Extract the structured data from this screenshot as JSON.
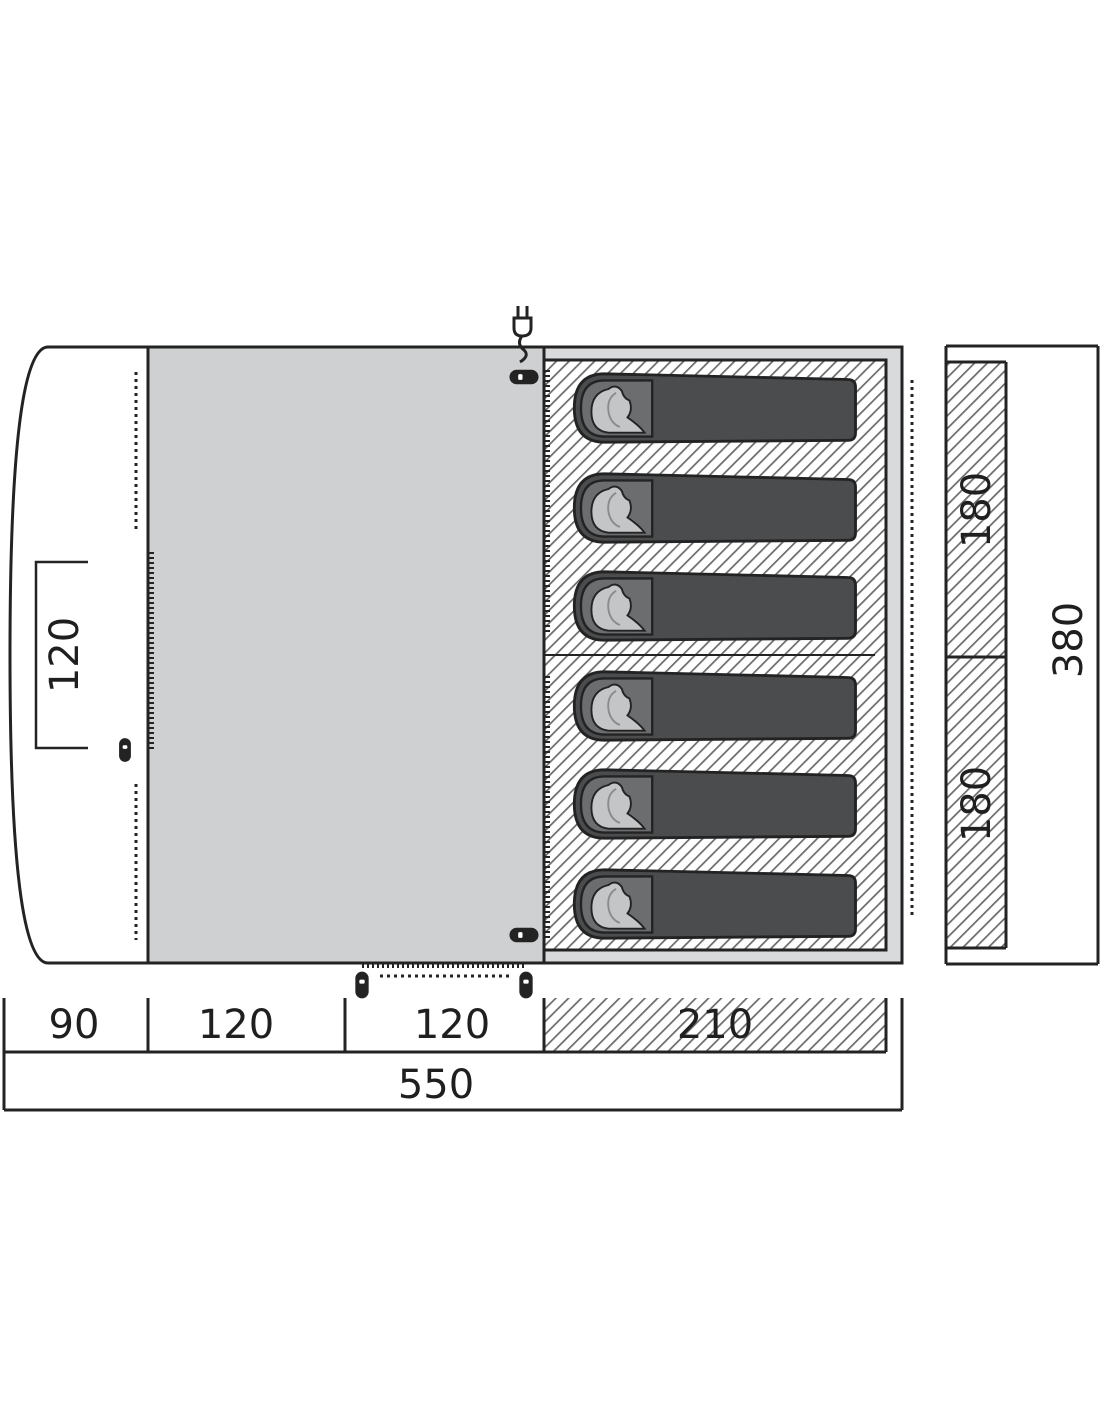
{
  "colors": {
    "stroke": "#232323",
    "living_area": "#cfd0d1",
    "bedroom_bg": "#d9dadb",
    "sleeping_bag": "#4a4c4e",
    "sleeping_bag_hood": "#6b6d6f",
    "pillow": "#c4c5c6",
    "hatch": "#6a6a6a"
  },
  "icons": {
    "power": "power-plug-icon",
    "door_toggle": "toggle-fastener-icon"
  },
  "dimensions": {
    "porch_depth": "90",
    "living_left": "120",
    "living_right": "120",
    "bedroom_length": "210",
    "total_length": "550",
    "door_width": "120",
    "bedroom_width_a": "180",
    "bedroom_width_b": "180",
    "total_width": "380"
  },
  "sleeping_places": 6
}
